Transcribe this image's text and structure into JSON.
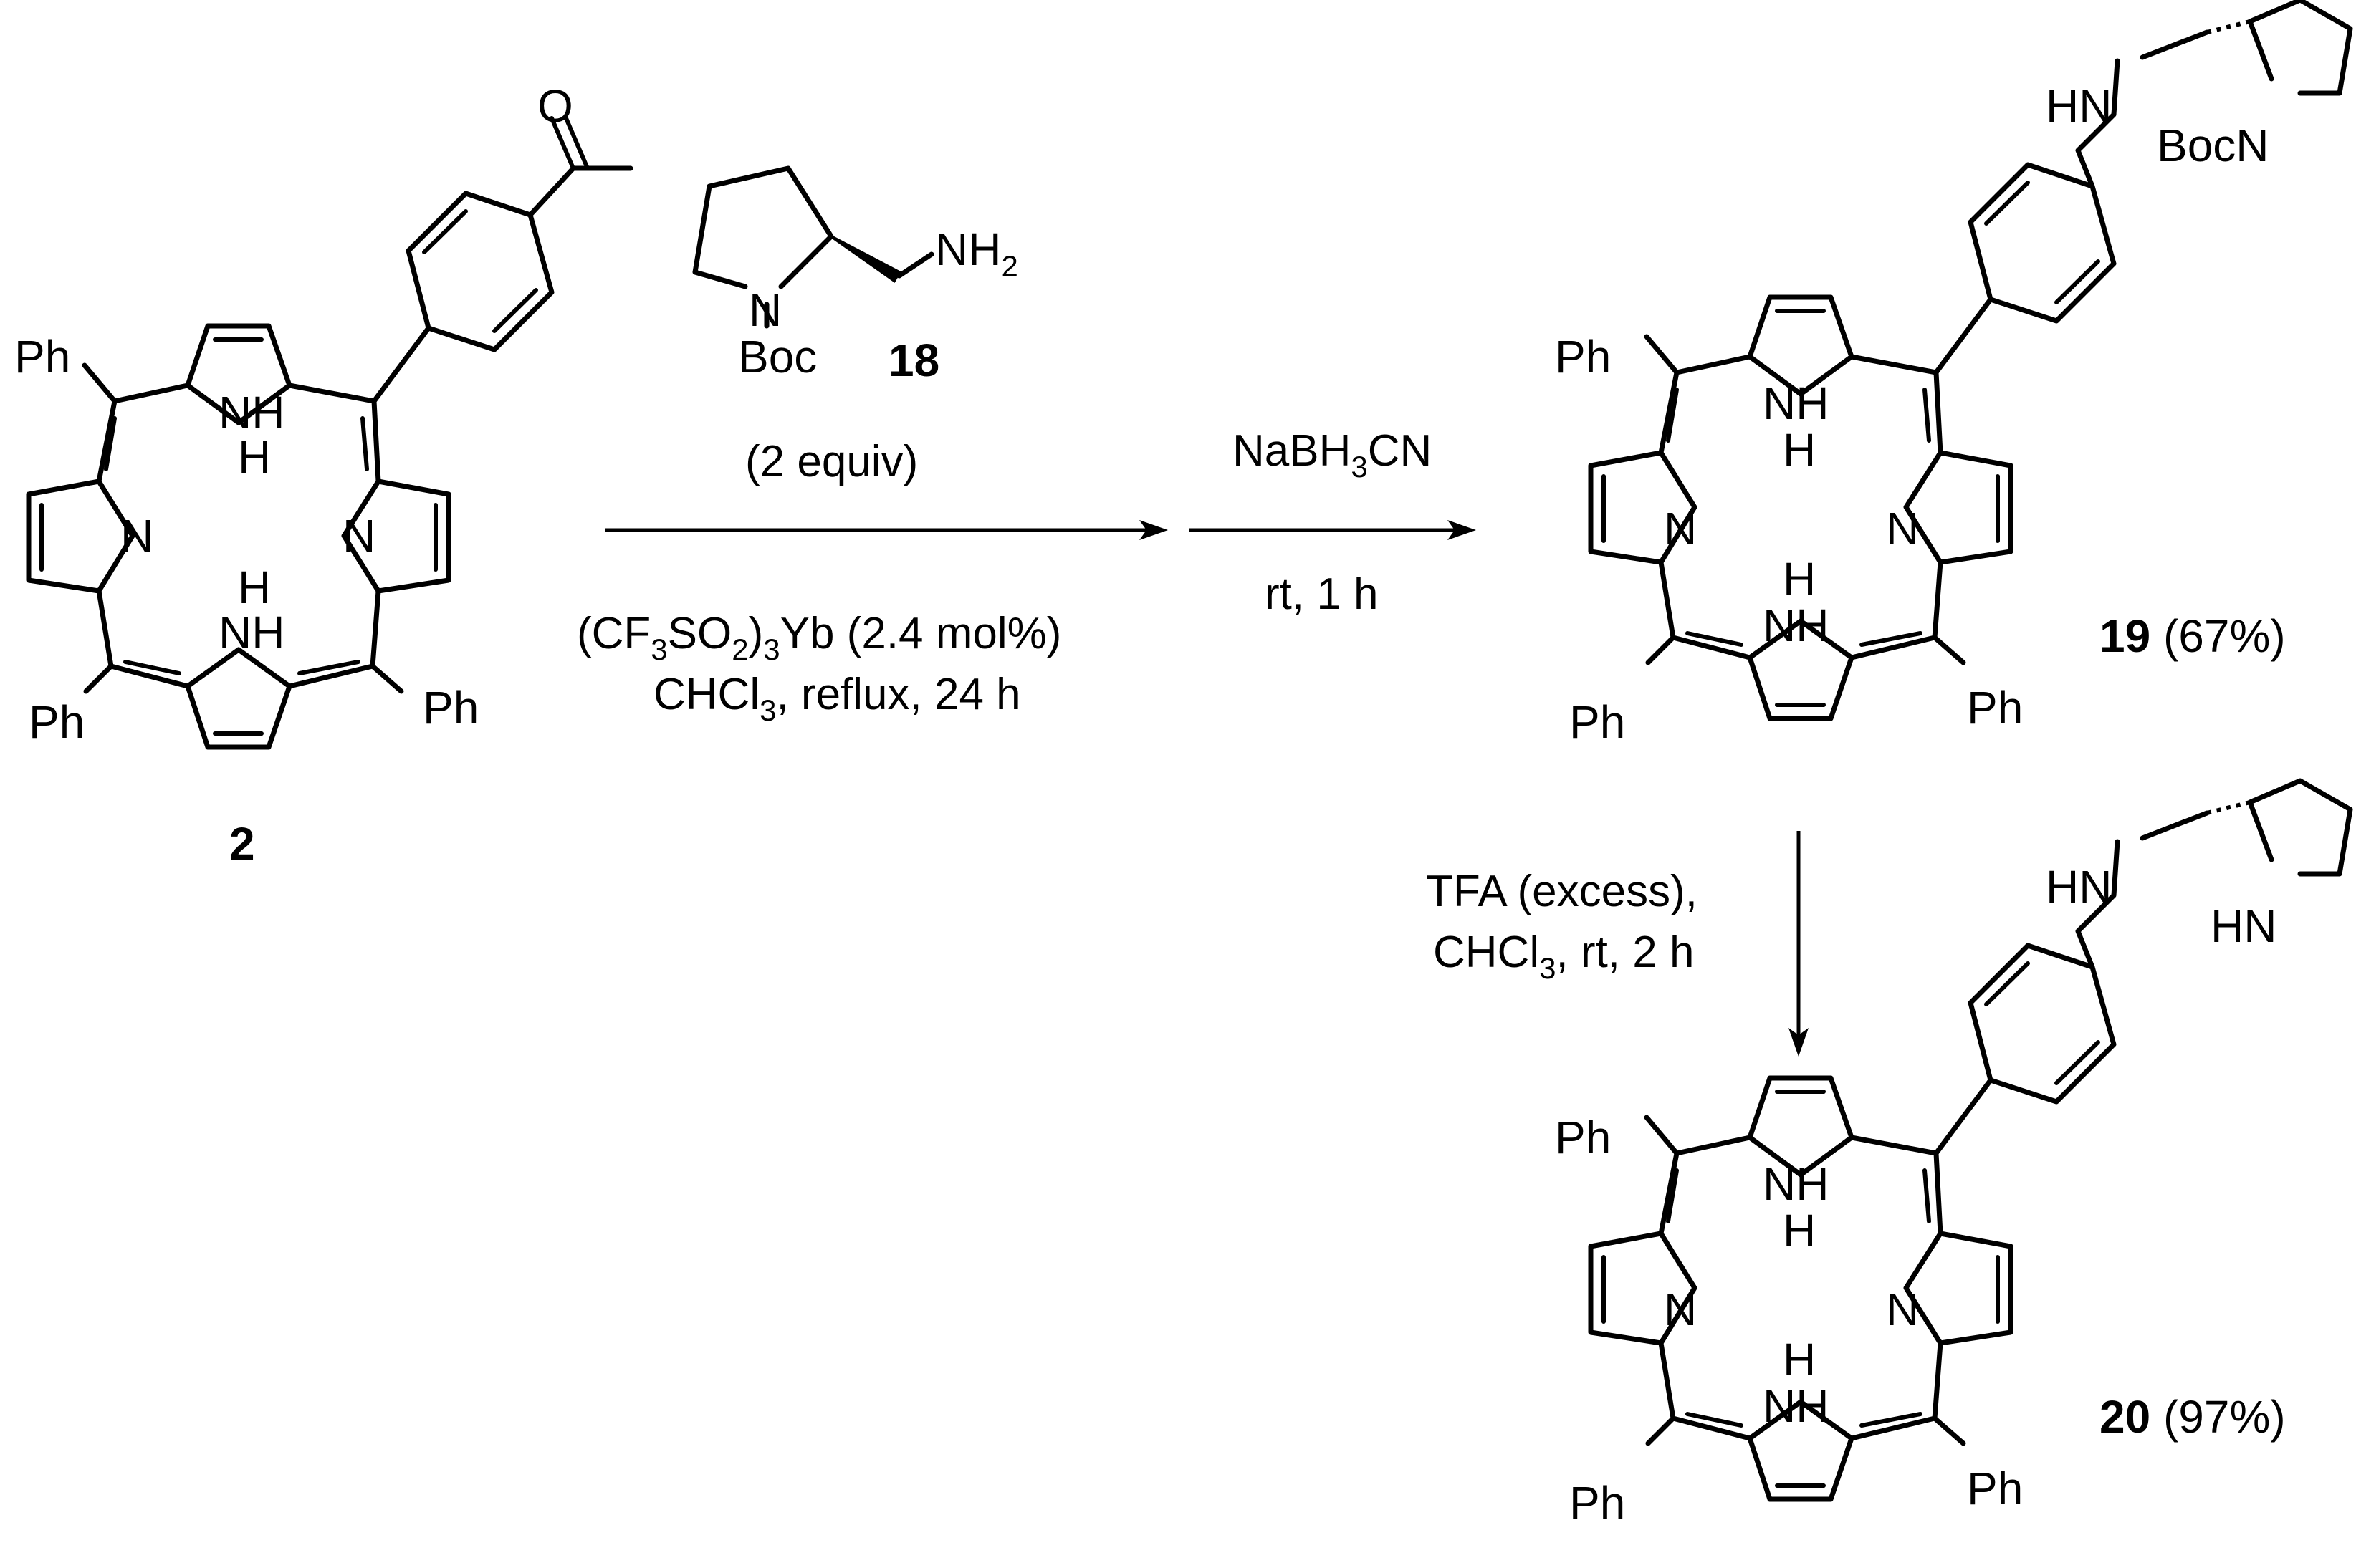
{
  "compounds": {
    "c2": {
      "label": "2"
    },
    "c18": {
      "label": "18",
      "equiv": "(2 equiv)",
      "pg": "Boc",
      "amine": "NH",
      "amine_sub": "2"
    },
    "c19": {
      "label": "19",
      "yield": "(67%)"
    },
    "c20": {
      "label": "20",
      "yield": "(97%)"
    }
  },
  "atoms": {
    "ph": "Ph",
    "n": "N",
    "nh_top": "NH",
    "h": "H",
    "o": "O",
    "hn": "HN",
    "bocn": "BocN"
  },
  "step1": {
    "line1_a": "(CF",
    "line1_sub1": "3",
    "line1_b": "SO",
    "line1_sub2": "2",
    "line1_c": ")",
    "line1_sub3": "3",
    "line1_d": "Yb (2.4 mol%)",
    "line2_a": "CHCl",
    "line2_sub": "3",
    "line2_b": ", reflux, 24 h"
  },
  "step2": {
    "above_a": "NaBH",
    "above_sub": "3",
    "above_b": "CN",
    "below": "rt, 1 h"
  },
  "step3": {
    "line1": "TFA (excess),",
    "line2_a": "CHCl",
    "line2_sub": "3",
    "line2_b": ", rt, 2 h"
  }
}
